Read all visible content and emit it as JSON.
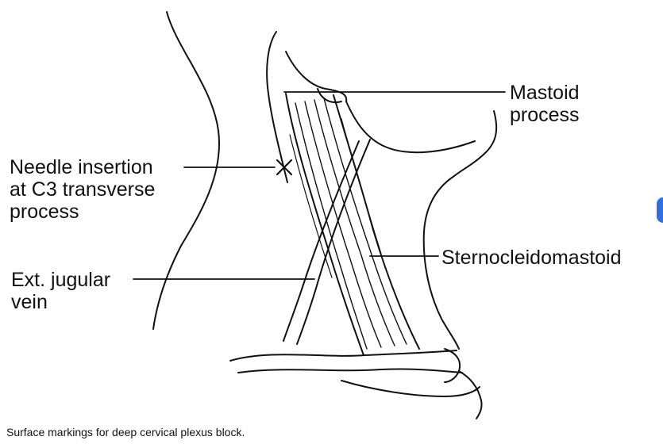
{
  "labels": {
    "needle_insertion": [
      "Needle insertion",
      "at C3 transverse",
      "process"
    ],
    "external_jugular": [
      "Ext. jugular",
      "vein"
    ],
    "mastoid": [
      "Mastoid",
      "process"
    ],
    "sternocleidomastoid": "Sternocleidomastoid"
  },
  "caption": "Surface markings for deep cervical plexus block.",
  "colors": {
    "ink": "#111111",
    "background": "#ffffff",
    "edge_handle": "#2f6fe0"
  }
}
